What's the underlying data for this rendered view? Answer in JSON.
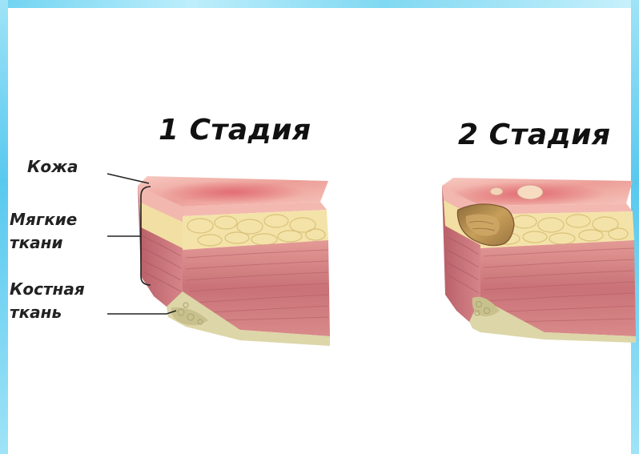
{
  "stages": [
    {
      "title": "1 Стадия"
    },
    {
      "title": "2 Стадия"
    }
  ],
  "labels": {
    "skin": "Кожа",
    "soft_tissue_line1": "Мягкие",
    "soft_tissue_line2": "ткани",
    "bone_line1": "Костная",
    "bone_line2": "ткань"
  },
  "colors": {
    "frame": "#7fd8f2",
    "skin": "#efb2ab",
    "fat": "#f4e3a8",
    "muscle": "#cf7b7e",
    "bone": "#dcd4a3",
    "wound": "#b88a4e"
  }
}
